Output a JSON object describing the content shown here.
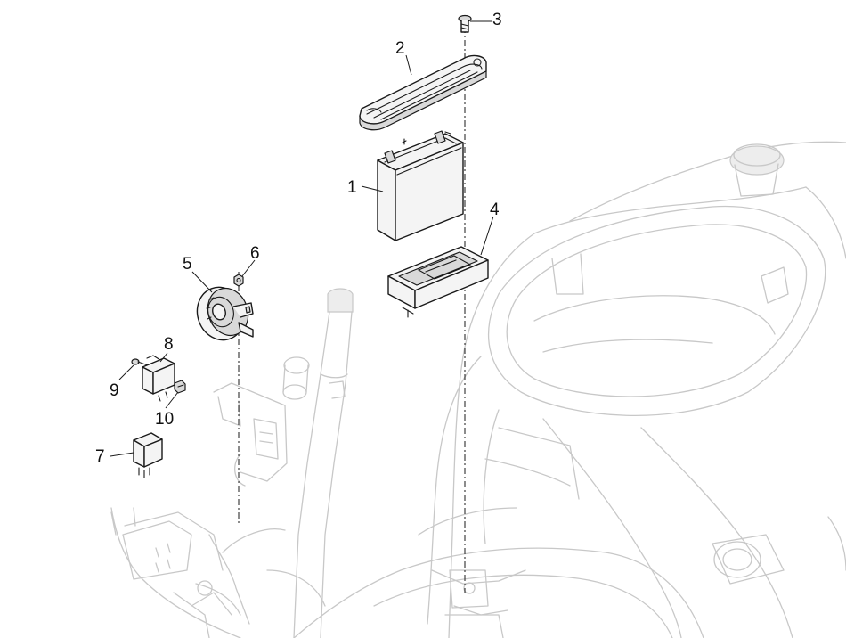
{
  "callouts": [
    {
      "id": "1",
      "label": "1"
    },
    {
      "id": "2",
      "label": "2"
    },
    {
      "id": "3",
      "label": "3"
    },
    {
      "id": "4",
      "label": "4"
    },
    {
      "id": "5",
      "label": "5"
    },
    {
      "id": "6",
      "label": "6"
    },
    {
      "id": "7",
      "label": "7"
    },
    {
      "id": "8",
      "label": "8"
    },
    {
      "id": "9",
      "label": "9"
    },
    {
      "id": "10",
      "label": "10"
    }
  ],
  "colors": {
    "line": "#1a1a1a",
    "ghost": "#c8c8c8",
    "background": "#ffffff"
  }
}
